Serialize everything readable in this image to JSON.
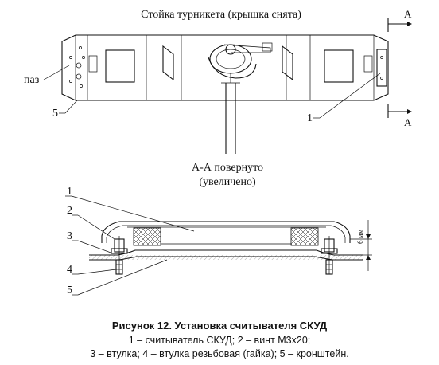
{
  "figure": {
    "top_view_title": "Стойка турникета (крышка снята)",
    "section_mark": "A",
    "slot_label": "паз",
    "top_callout": "5",
    "top_callout_right": "1",
    "section_title_line1": "А-А повернуто",
    "section_title_line2": "(увеличено)",
    "callouts": [
      "1",
      "2",
      "3",
      "4",
      "5"
    ],
    "dimension_label": "6 мм"
  },
  "caption": {
    "title": "Рисунок 12. Установка считывателя СКУД",
    "line1": "1 – считыватель СКУД; 2 – винт М3х20;",
    "line2": "3 – втулка; 4 – втулка резьбовая (гайка); 5 – кронштейн."
  }
}
